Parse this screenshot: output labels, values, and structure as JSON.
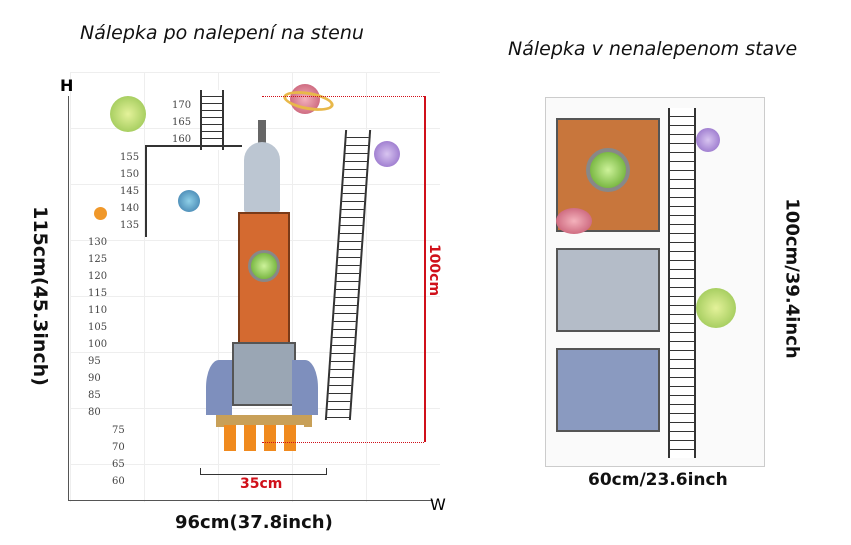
{
  "left": {
    "title": "Nálepka po nalepení na stenu",
    "axis_h": "H",
    "axis_w": "W",
    "height_label": "115cm(45.3inch)",
    "width_label": "96cm(37.8inch)",
    "rocket_width": "35cm",
    "rocket_height": "100cm",
    "ruler_top": [
      "170",
      "165",
      "160"
    ],
    "ruler_upper": [
      "155",
      "150",
      "145",
      "140",
      "135"
    ],
    "ruler_mid": [
      "130",
      "125",
      "120",
      "115",
      "110",
      "105",
      "100",
      "95",
      "90",
      "85",
      "80"
    ],
    "ruler_low": [
      "75",
      "70",
      "65",
      "60"
    ]
  },
  "right": {
    "title": "Nálepka v nenalepenom stave",
    "height_label": "100cm/39.4inch",
    "width_label": "60cm/23.6inch"
  },
  "colors": {
    "accent_red": "#d0101a"
  }
}
